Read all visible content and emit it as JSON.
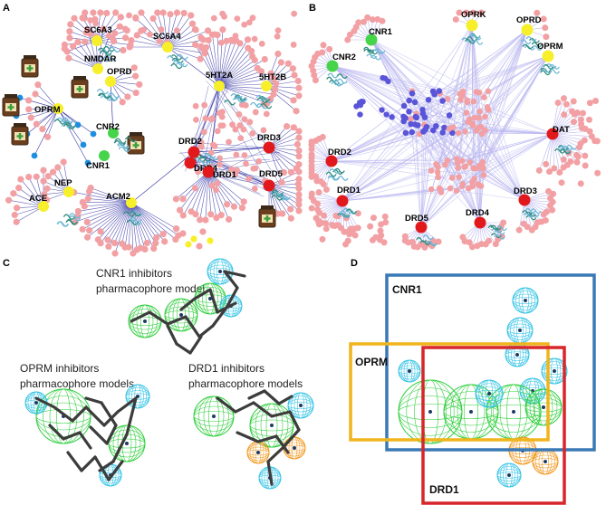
{
  "panels": {
    "a": {
      "letter": "A",
      "targets": [
        "SC6A3",
        "SC6A4",
        "NMDAR",
        "OPRM",
        "OPRD",
        "5HT2A",
        "5HT2B",
        "CNR2",
        "CNR1",
        "DRD2",
        "DRD3",
        "DRD4",
        "DRD5",
        "DRD1",
        "NEP",
        "ACE",
        "ACM2"
      ]
    },
    "b": {
      "letter": "B",
      "targets": [
        "OPRK",
        "OPRD",
        "OPRM",
        "CNR1",
        "CNR2",
        "DAT",
        "DRD2",
        "DRD1",
        "DRD3",
        "DRD5",
        "DRD4"
      ]
    },
    "c": {
      "letter": "C",
      "captions": [
        {
          "line1": "CNR1 inhibitors",
          "line2": "pharmacophore model"
        },
        {
          "line1": "OPRM inhibitors",
          "line2": "pharmacophore models"
        },
        {
          "line1": "DRD1 inhibitors",
          "line2": "pharmacophore models"
        }
      ]
    },
    "d": {
      "letter": "D",
      "boxes": [
        {
          "label": "CNR1",
          "color": "#3a79b5"
        },
        {
          "label": "OPRM",
          "color": "#f0b41c"
        },
        {
          "label": "DRD1",
          "color": "#d8262a"
        }
      ]
    }
  },
  "colors": {
    "node_pink": "#f2a0a3",
    "node_yellow": "#f7ef2a",
    "node_green": "#45d44a",
    "node_red": "#e2191c",
    "node_blue": "#1e8ee0",
    "node_purple": "#5a55d8",
    "edge": "#3b3ba8",
    "edge_light": "#b9b6f0",
    "mesh_green": "#2fcf3c",
    "mesh_cyan": "#35c4e6",
    "mesh_orange": "#f29a22"
  }
}
